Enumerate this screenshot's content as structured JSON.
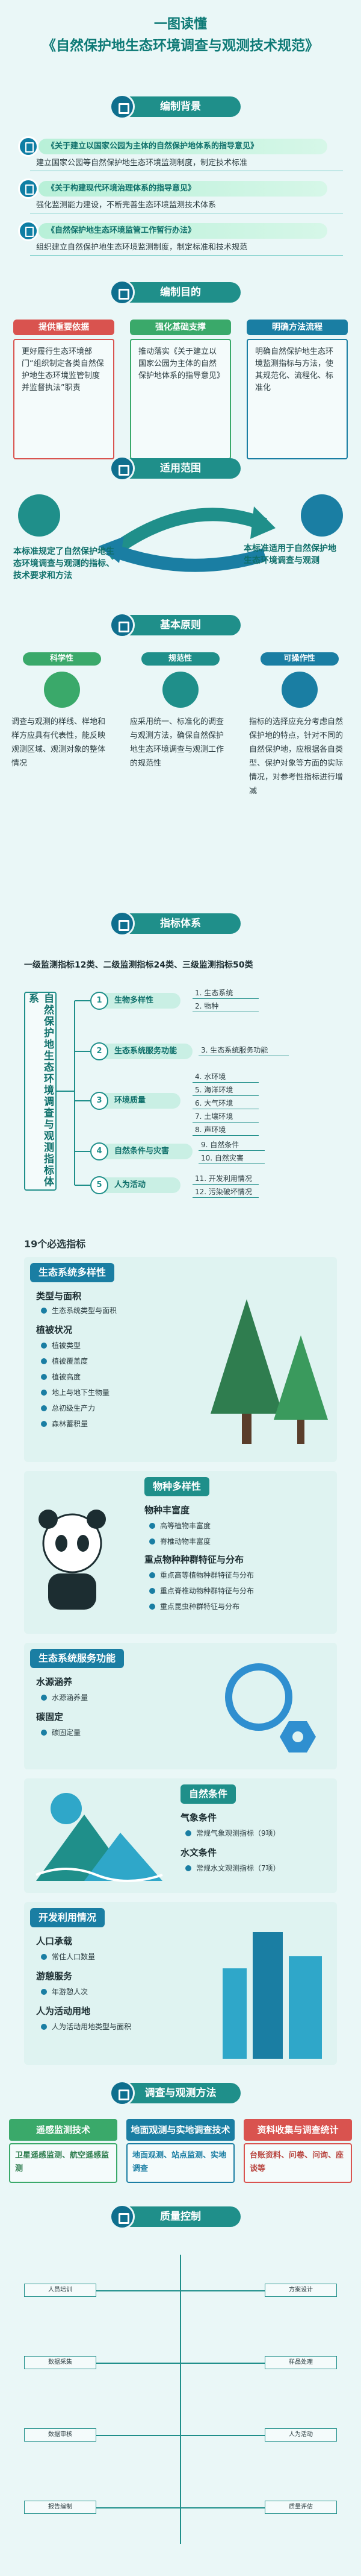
{
  "header": {
    "kicker": "一图读懂",
    "title": "《自然保护地生态环境调查与观测技术规范》"
  },
  "background": {
    "title": "编制背景",
    "items": [
      {
        "doc": "《关于建立以国家公园为主体的自然保护地体系的指导意见》",
        "desc": "建立国家公园等自然保护地生态环境监测制度，制定技术标准"
      },
      {
        "doc": "《关于构建现代环境治理体系的指导意见》",
        "desc": "强化监测能力建设，不断完善生态环境监测技术体系"
      },
      {
        "doc": "《自然保护地生态环境监管工作暂行办法》",
        "desc": "组织建立自然保护地生态环境监测制度，制定标准和技术规范"
      }
    ]
  },
  "purpose": {
    "title": "编制目的",
    "columns": [
      {
        "head": "提供重要依据",
        "body": "更好履行生态环境部门“组织制定各类自然保护地生态环境监管制度并监督执法”职责"
      },
      {
        "head": "强化基础支撑",
        "body": "推动落实《关于建立以国家公园为主体的自然保护地体系的指导意见》"
      },
      {
        "head": "明确方法流程",
        "body": "明确自然保护地生态环境监测指标与方法，使其规范化、流程化、标准化"
      }
    ]
  },
  "scope": {
    "title": "适用范围",
    "left": "本标准规定了自然保护地生态环境调查与观测的指标、技术要求和方法",
    "right": "本标准适用于自然保护地生态环境调查与观测"
  },
  "principles": {
    "title": "基本原则",
    "items": [
      {
        "name": "科学性",
        "text": "调查与观测的样线、样地和样方应具有代表性，能反映观测区域、观测对象的整体情况"
      },
      {
        "name": "规范性",
        "text": "应采用统一、标准化的调查与观测方法，确保自然保护地生态环境调查与观测工作的规范性"
      },
      {
        "name": "可操作性",
        "text": "指标的选择应充分考虑自然保护地的特点，针对不同的自然保护地，应根据各自类型、保护对象等方面的实际情况，对参考性指标进行增减"
      }
    ]
  },
  "indicators": {
    "title": "指标体系",
    "summary": "一级监测指标12类、二级监测指标24类、三级监测指标50类",
    "root": "自然保护地生态环境调查与观测指标体系",
    "groups": [
      {
        "num": "1",
        "name": "生物多样性",
        "children": [
          "1. 生态系统",
          "2. 物种"
        ]
      },
      {
        "num": "2",
        "name": "生态系统服务功能",
        "children": [
          "3. 生态系统服务功能"
        ]
      },
      {
        "num": "3",
        "name": "环境质量",
        "children": [
          "4. 水环境",
          "5. 海洋环境",
          "6. 大气环境",
          "7. 土壤环境",
          "8. 声环境"
        ]
      },
      {
        "num": "4",
        "name": "自然条件与灾害",
        "children": [
          "9. 自然条件",
          "10. 自然灾害"
        ]
      },
      {
        "num": "5",
        "name": "人为活动",
        "children": [
          "11. 开发利用情况",
          "12. 污染破坏情况"
        ]
      }
    ]
  },
  "required": {
    "head": "19个必选指标",
    "cards": [
      {
        "title": "生态系统多样性",
        "groups": [
          {
            "sub": "类型与面积",
            "items": [
              "生态系统类型与面积"
            ]
          },
          {
            "sub": "植被状况",
            "items": [
              "植被类型",
              "植被覆盖度",
              "植被高度",
              "地上与地下生物量",
              "总初级生产力",
              "森林蓄积量"
            ]
          }
        ]
      },
      {
        "title": "物种多样性",
        "groups": [
          {
            "sub": "物种丰富度",
            "items": [
              "高等植物丰富度",
              "脊椎动物丰富度"
            ]
          },
          {
            "sub": "重点物种种群特征与分布",
            "items": [
              "重点高等植物种群特征与分布",
              "重点脊椎动物种群特征与分布",
              "重点昆虫种群特征与分布"
            ]
          }
        ]
      },
      {
        "title": "生态系统服务功能",
        "groups": [
          {
            "sub": "水源涵养",
            "items": [
              "水源涵养量"
            ]
          },
          {
            "sub": "碳固定",
            "items": [
              "碳固定量"
            ]
          }
        ]
      },
      {
        "title": "自然条件",
        "groups": [
          {
            "sub": "气象条件",
            "items": [
              "常规气象观测指标（9项）"
            ]
          },
          {
            "sub": "水文条件",
            "items": [
              "常规水文观测指标（7项）"
            ]
          }
        ]
      },
      {
        "title": "开发利用情况",
        "groups": [
          {
            "sub": "人口承载",
            "items": [
              "常住人口数量"
            ]
          },
          {
            "sub": "游憩服务",
            "items": [
              "年游憩人次"
            ]
          },
          {
            "sub": "人为活动用地",
            "items": [
              "人为活动用地类型与面积"
            ]
          }
        ]
      }
    ]
  },
  "methods": {
    "title": "调查与观测方法",
    "items": [
      {
        "head": "遥感监测技术",
        "body": "卫星遥感监测、航空遥感监测"
      },
      {
        "head": "地面观测与实地调查技术",
        "body": "地面观测、站点监测、实地调查"
      },
      {
        "head": "资料收集与调查统计",
        "body": "台账资料、问卷、问询、座谈等"
      }
    ]
  },
  "quality": {
    "title": "质量控制",
    "boxes": [
      "人员培训",
      "方案设计",
      "数据采集",
      "样品处理",
      "数据审核",
      "人为活动",
      "报告编制",
      "质量评估"
    ]
  },
  "colors": {
    "primary": "#1f8f8a",
    "blue": "#1a7ea3",
    "red": "#d9534f",
    "green": "#3aa96a",
    "orange": "#e8a13b"
  }
}
